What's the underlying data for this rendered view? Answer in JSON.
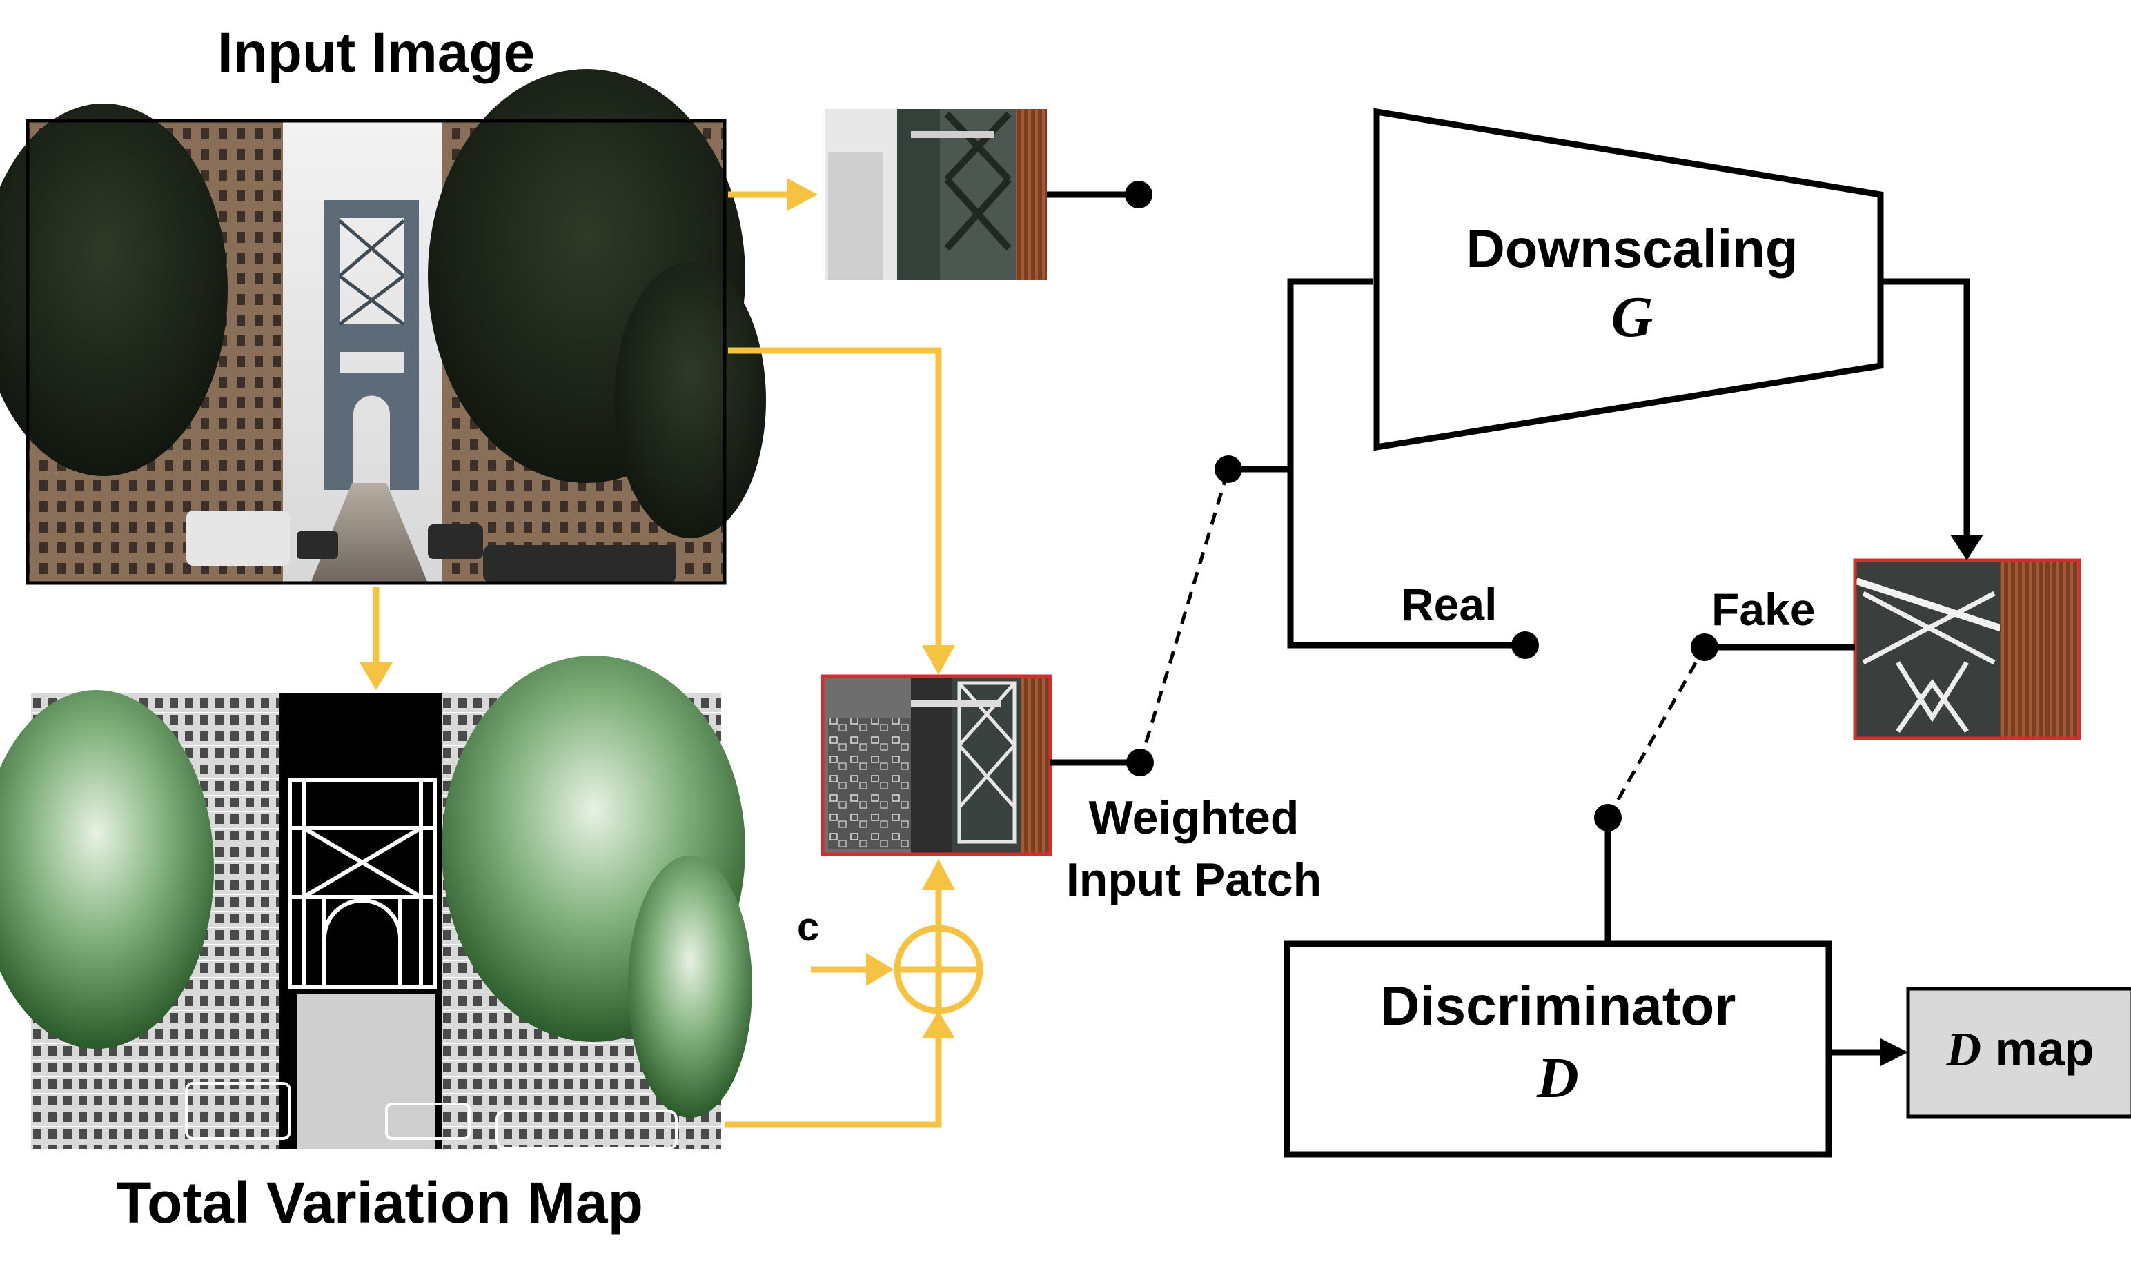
{
  "labels": {
    "input_image": "Input Image",
    "tv_map": "Total Variation Map",
    "weighted_patch_line1": "Weighted",
    "weighted_patch_line2": "Input Patch",
    "c": "c",
    "real": "Real",
    "fake": "Fake",
    "generator_title": "Downscaling",
    "generator_symbol": "G",
    "discriminator_title": "Discriminator",
    "discriminator_symbol": "D",
    "dmap_symbol": "D",
    "dmap_text": "map"
  },
  "colors": {
    "arrow_yellow": "#F5C242",
    "line_black": "#000000",
    "patch_border_red": "#D32F2F",
    "dmap_fill": "#D9D9D9"
  },
  "icons": {
    "adder": "circled-plus-icon"
  }
}
